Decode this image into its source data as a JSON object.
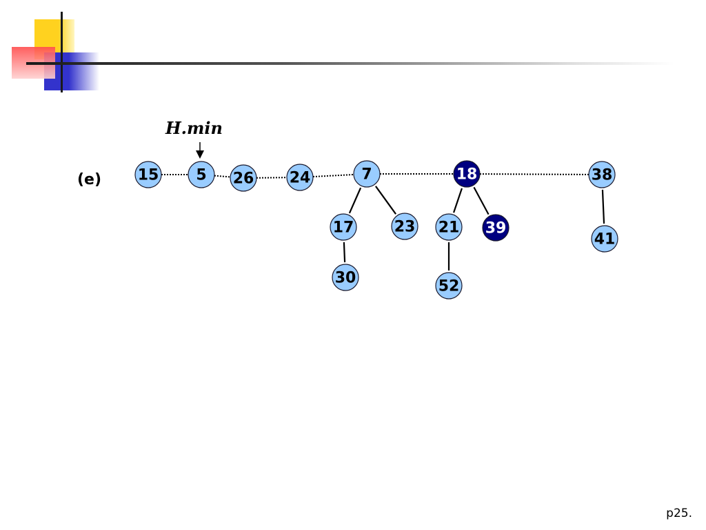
{
  "label": "(e)",
  "pointer_label": "H.min",
  "page_number": "p25.",
  "colors": {
    "unmarked_fill": "#99ccff",
    "marked_fill": "#000080",
    "unmarked_text": "#000000",
    "marked_text": "#ffffff"
  },
  "nodes": [
    {
      "id": "n15",
      "key": "15",
      "marked": false
    },
    {
      "id": "n5",
      "key": "5",
      "marked": false
    },
    {
      "id": "n26",
      "key": "26",
      "marked": false
    },
    {
      "id": "n24",
      "key": "24",
      "marked": false
    },
    {
      "id": "n7",
      "key": "7",
      "marked": false
    },
    {
      "id": "n18",
      "key": "18",
      "marked": true
    },
    {
      "id": "n38",
      "key": "38",
      "marked": false
    },
    {
      "id": "n17",
      "key": "17",
      "marked": false
    },
    {
      "id": "n23",
      "key": "23",
      "marked": false
    },
    {
      "id": "n21",
      "key": "21",
      "marked": false
    },
    {
      "id": "n39",
      "key": "39",
      "marked": true
    },
    {
      "id": "n41",
      "key": "41",
      "marked": false
    },
    {
      "id": "n30",
      "key": "30",
      "marked": false
    },
    {
      "id": "n52",
      "key": "52",
      "marked": false
    }
  ],
  "root_list": [
    "n15",
    "n5",
    "n26",
    "n24",
    "n7",
    "n18",
    "n38"
  ],
  "child_edges": [
    [
      "n7",
      "n17"
    ],
    [
      "n7",
      "n23"
    ],
    [
      "n17",
      "n30"
    ],
    [
      "n18",
      "n21"
    ],
    [
      "n18",
      "n39"
    ],
    [
      "n21",
      "n52"
    ],
    [
      "n38",
      "n41"
    ]
  ],
  "min_pointer": "n5"
}
